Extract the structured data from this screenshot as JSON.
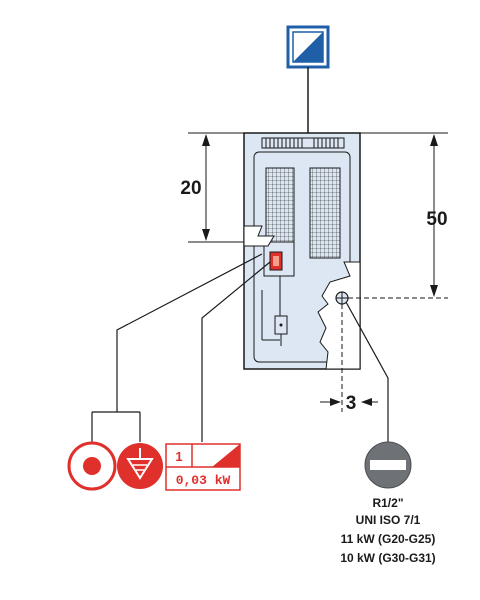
{
  "dimensions": {
    "height_top": "20",
    "height_gas": "50",
    "offset_gas": "3"
  },
  "electric": {
    "phase": "1",
    "power": "0,03 kW"
  },
  "gas": {
    "connection": "R1/2\"",
    "standard": "UNI ISO 7/1",
    "power_g20_g25": "11 kW (G20-G25)",
    "power_g30_g31": "10 kW (G30-G31)"
  },
  "icons": {
    "top_connection": "diagonal-square-icon",
    "electric_supply": "red-circle-dot-icon",
    "equipotential": "equipotential-triangle-icon",
    "gas_inlet": "no-entry-gas-icon"
  },
  "colors": {
    "line": "#1a1a1a",
    "symbol_blue": "#1f5fa8",
    "panel_fill": "#dce7f3",
    "accent_red": "#e0302b"
  }
}
